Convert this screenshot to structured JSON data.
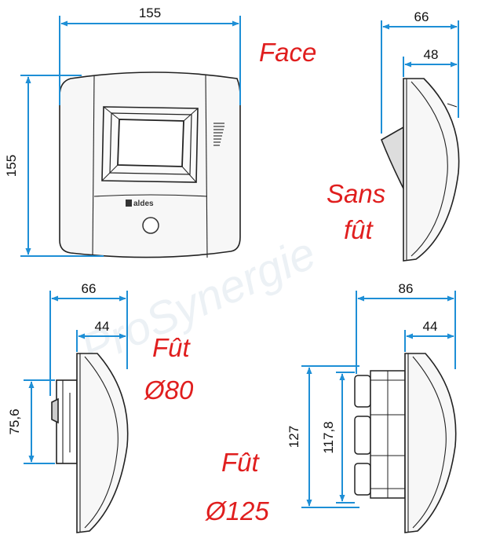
{
  "colors": {
    "dimension_line": "#1e8fd6",
    "label": "#e01e1e",
    "outline": "#222222",
    "panel_fill": "#f7f7f7",
    "shade": "#dddddd",
    "watermark": "#eaf0f5"
  },
  "brand": "aldes",
  "watermark": "ProSynergie",
  "views": {
    "face": {
      "label": "Face",
      "width": "155",
      "height": "155"
    },
    "sans_fut": {
      "label_line1": "Sans",
      "label_line2": "fût",
      "depth_total": "66",
      "depth_body": "48"
    },
    "fut80": {
      "label_line1": "Fût",
      "label_line2": "Ø80",
      "depth_total": "66",
      "depth_body": "44",
      "spigot_height": "75,6"
    },
    "fut125": {
      "label_line1": "Fût",
      "label_line2": "Ø125",
      "depth_total": "86",
      "depth_body": "44",
      "outer_height": "127",
      "inner_height": "117,8"
    }
  }
}
